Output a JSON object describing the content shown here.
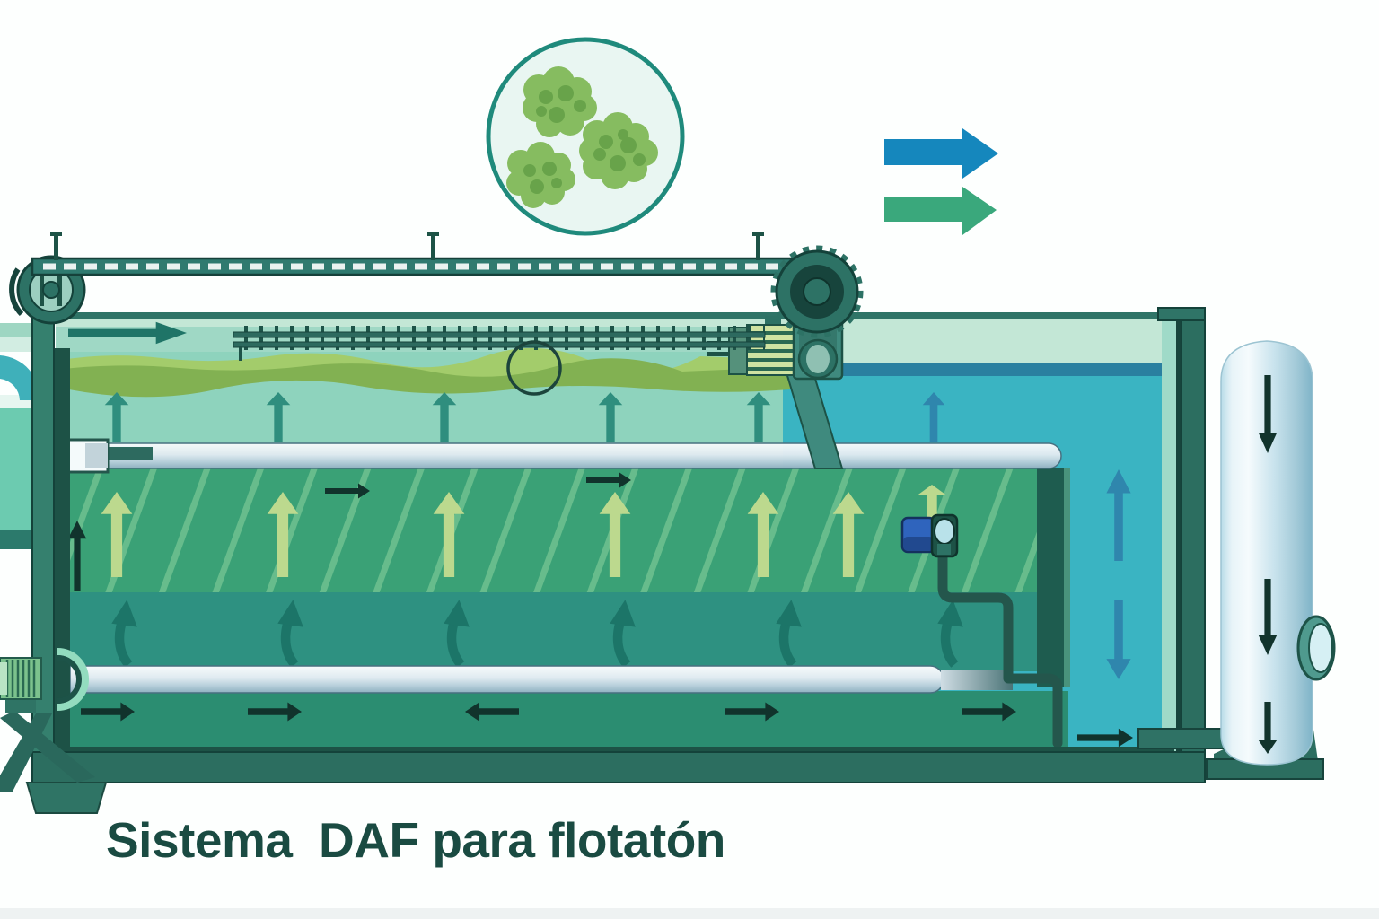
{
  "title": "Sistema  DAF para flotatón",
  "diagram": {
    "type": "process-illustration",
    "subject": "Dissolved Air Flotation (DAF) water treatment system",
    "components": [
      "floc-particles-detail-circle",
      "flow-direction-arrows",
      "chain-skimmer-conveyor",
      "drive-sprocket",
      "skimmer-motor",
      "floating-sludge-layer",
      "rake-rail",
      "inlet-flow-arrow",
      "flotation-tank",
      "hatched-aeration-zone",
      "contact-zone",
      "effluent-channel",
      "clarified-water-zone",
      "internal-baffle",
      "recycle-distribution-pipe",
      "bottom-distribution-pipe",
      "control-valve-sensor",
      "recycle-line",
      "effluent-outlet-pipe",
      "air-saturator-vessel",
      "inspection-port",
      "feed-pump",
      "tank-supports"
    ]
  },
  "colors": {
    "title_text": "#1a4b42",
    "tank_wall": "#2f7467",
    "wall_dark": "#1d5348",
    "freeboard_mint": "#c3e7d6",
    "water_green": "#8ed3bd",
    "sludge_olive": "#87b554",
    "hatched_zone_green": "#3aa176",
    "contact_zone_teal": "#2e9181",
    "effluent_channel_green": "#2b8d71",
    "clarified_blue": "#3ab4c2",
    "surface_line_blue": "#2a80a0",
    "arrow_black": "#11332c",
    "arrow_light_green": "#bcd98e",
    "arrow_teal": "#2f8e7e",
    "arrow_blue": "#2f86ad",
    "big_arrow_blue": "#1587bd",
    "big_arrow_green": "#3aa87c",
    "floc_green": "#86bc60",
    "floc_spot_green": "#68a34a",
    "pipe_light": "#dfeaf0",
    "vessel_blue": "#a9cfdd",
    "valve_blue": "#2f64bd"
  }
}
